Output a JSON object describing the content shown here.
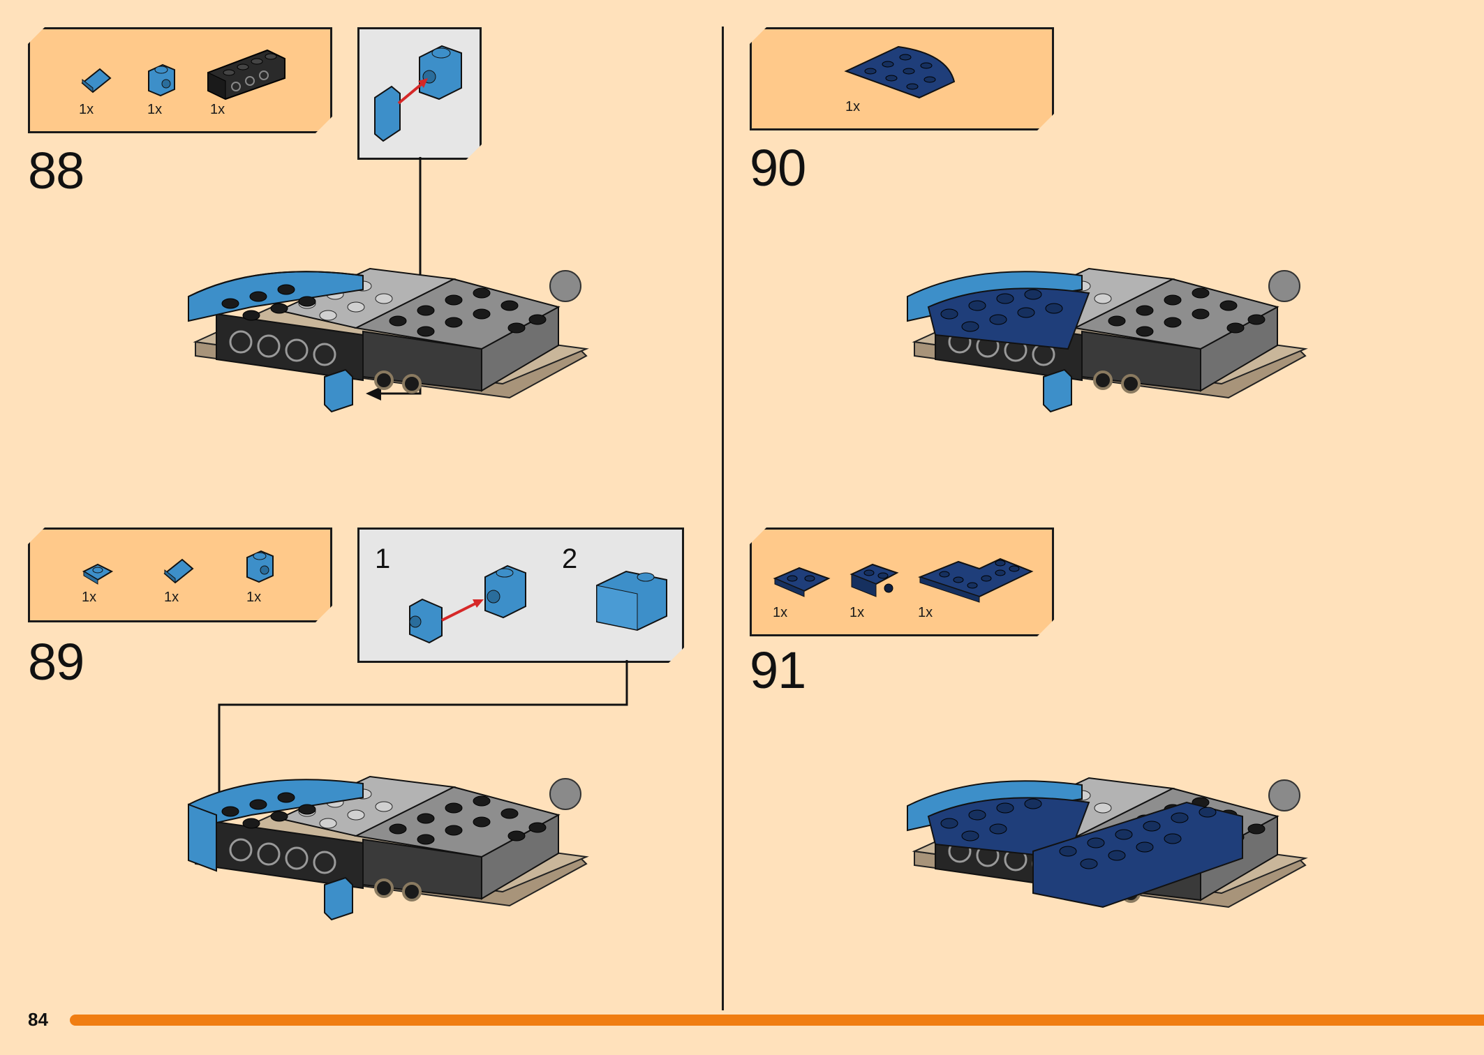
{
  "page": {
    "number": "84"
  },
  "steps": [
    {
      "number": "88",
      "parts": [
        {
          "qty": "1x",
          "icon": "blue-slope-icon"
        },
        {
          "qty": "1x",
          "icon": "blue-bracket-brick-icon"
        },
        {
          "qty": "1x",
          "icon": "black-technic-brick-icon"
        }
      ]
    },
    {
      "number": "89",
      "parts": [
        {
          "qty": "1x",
          "icon": "blue-plate-icon"
        },
        {
          "qty": "1x",
          "icon": "blue-slope-icon"
        },
        {
          "qty": "1x",
          "icon": "blue-bracket-brick-icon"
        }
      ],
      "substeps": [
        "1",
        "2"
      ]
    },
    {
      "number": "90",
      "parts": [
        {
          "qty": "1x",
          "icon": "dark-blue-quarter-round-plate-icon"
        }
      ]
    },
    {
      "number": "91",
      "parts": [
        {
          "qty": "1x",
          "icon": "dark-blue-plate-icon"
        },
        {
          "qty": "1x",
          "icon": "dark-blue-bracket-plate-icon"
        },
        {
          "qty": "1x",
          "icon": "dark-blue-corner-plate-icon"
        }
      ]
    }
  ],
  "colors": {
    "background": "#ffe1bb",
    "parts_box": "#ffc98a",
    "accent_bar": "#f07d12",
    "blue": "#3d8fc9",
    "dark_blue": "#1f3e7a"
  }
}
